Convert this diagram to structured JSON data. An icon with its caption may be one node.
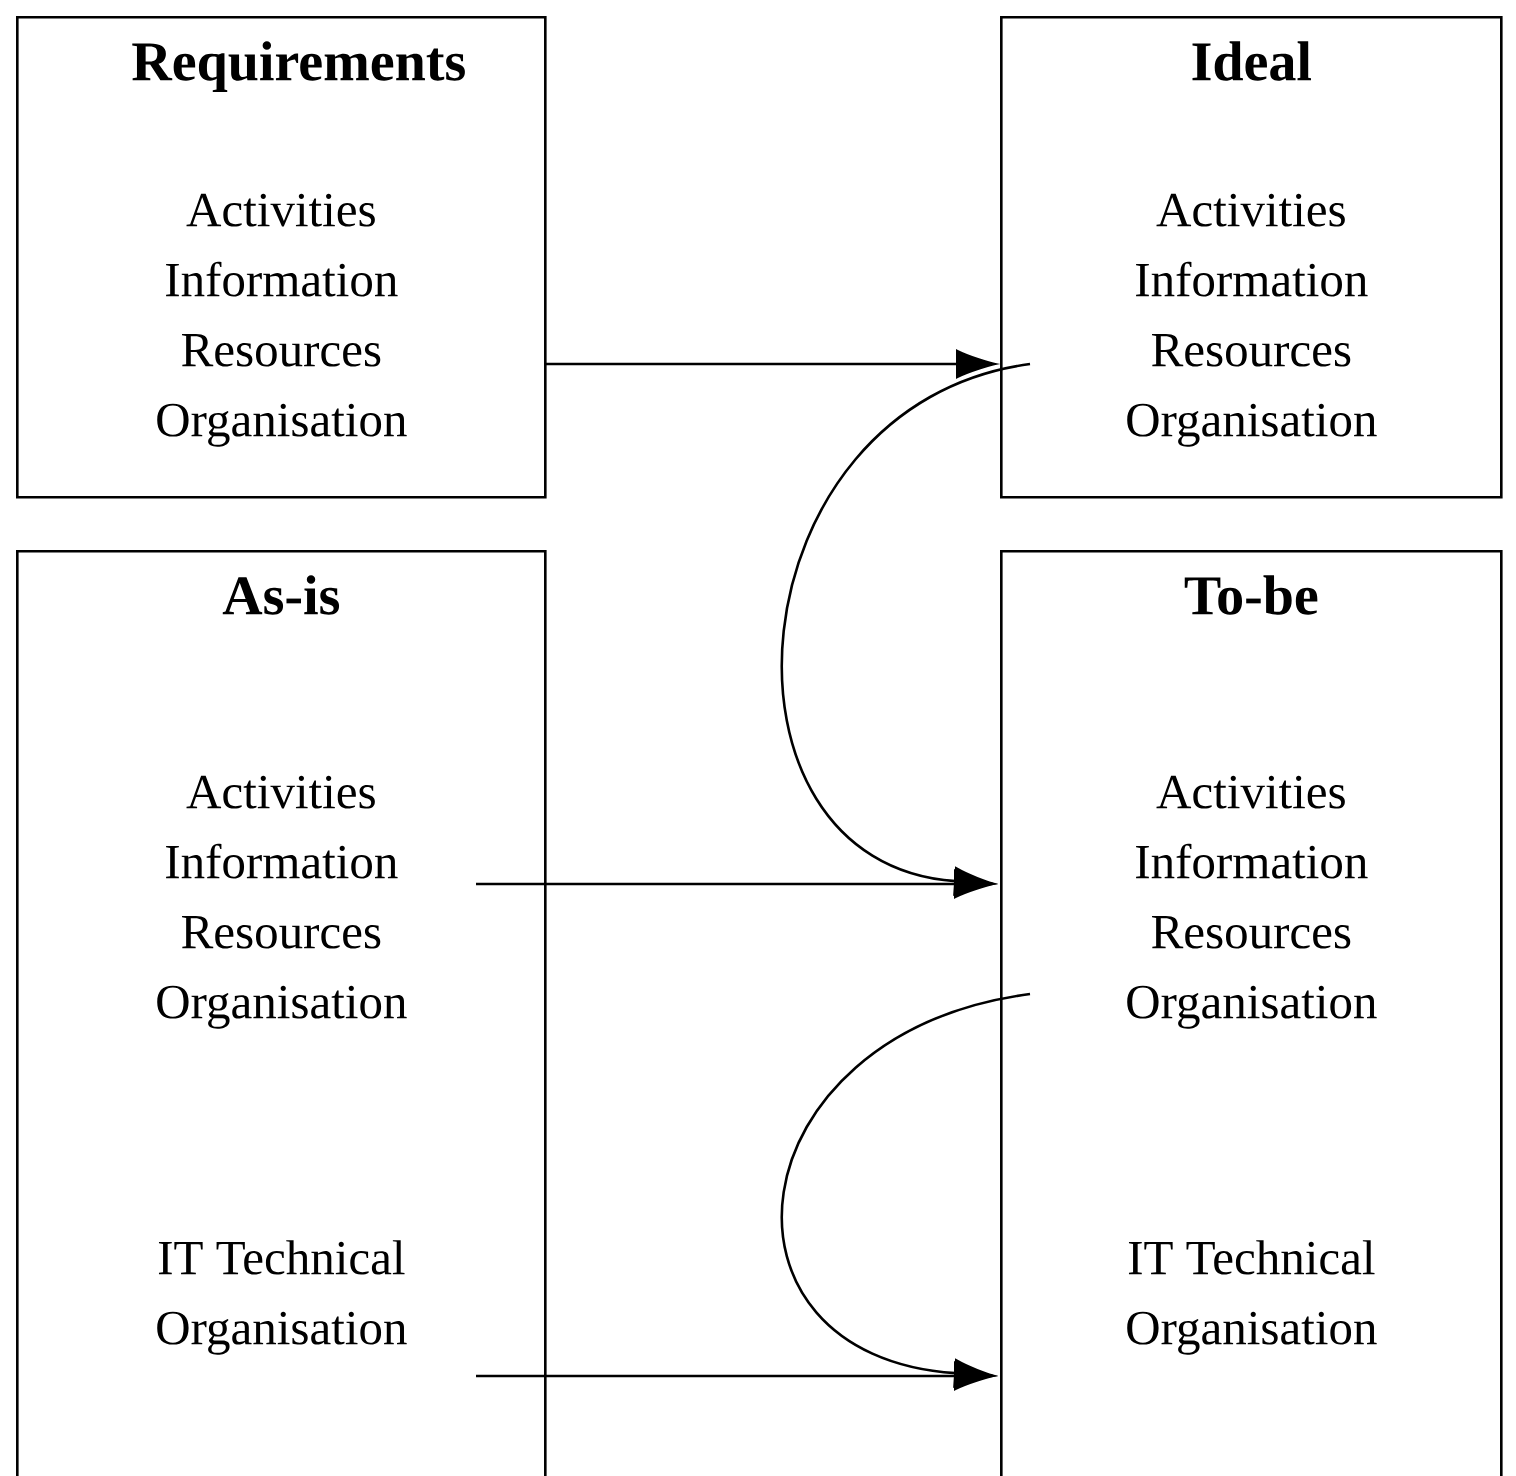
{
  "diagram": {
    "nodes": [
      {
        "text": [
          "Requirements",
          "Activities Information Resources Organisation"
        ]
      },
      {
        "text": [
          "Ideal",
          "Activities Information Resources Organisation"
        ]
      },
      {
        "text": [
          "As-is",
          "Activities Information Resources Organisation",
          "IT Technical Organisation"
        ]
      },
      {
        "text": [
          "To-be",
          "Activities Information Resources Organisation",
          "IT Technical Organisation"
        ]
      }
    ],
    "edges": [
      {
        "from": 0,
        "to": 1,
        "arrow": "to"
      },
      {
        "from": 1,
        "to": 3,
        "arrow": "to"
      },
      {
        "from": 2,
        "to": 3,
        "arrow": "to"
      },
      {
        "from": 3,
        "to": 3,
        "arrow": "to"
      },
      {
        "from": 2,
        "to": 3,
        "arrow": "to"
      }
    ]
  }
}
